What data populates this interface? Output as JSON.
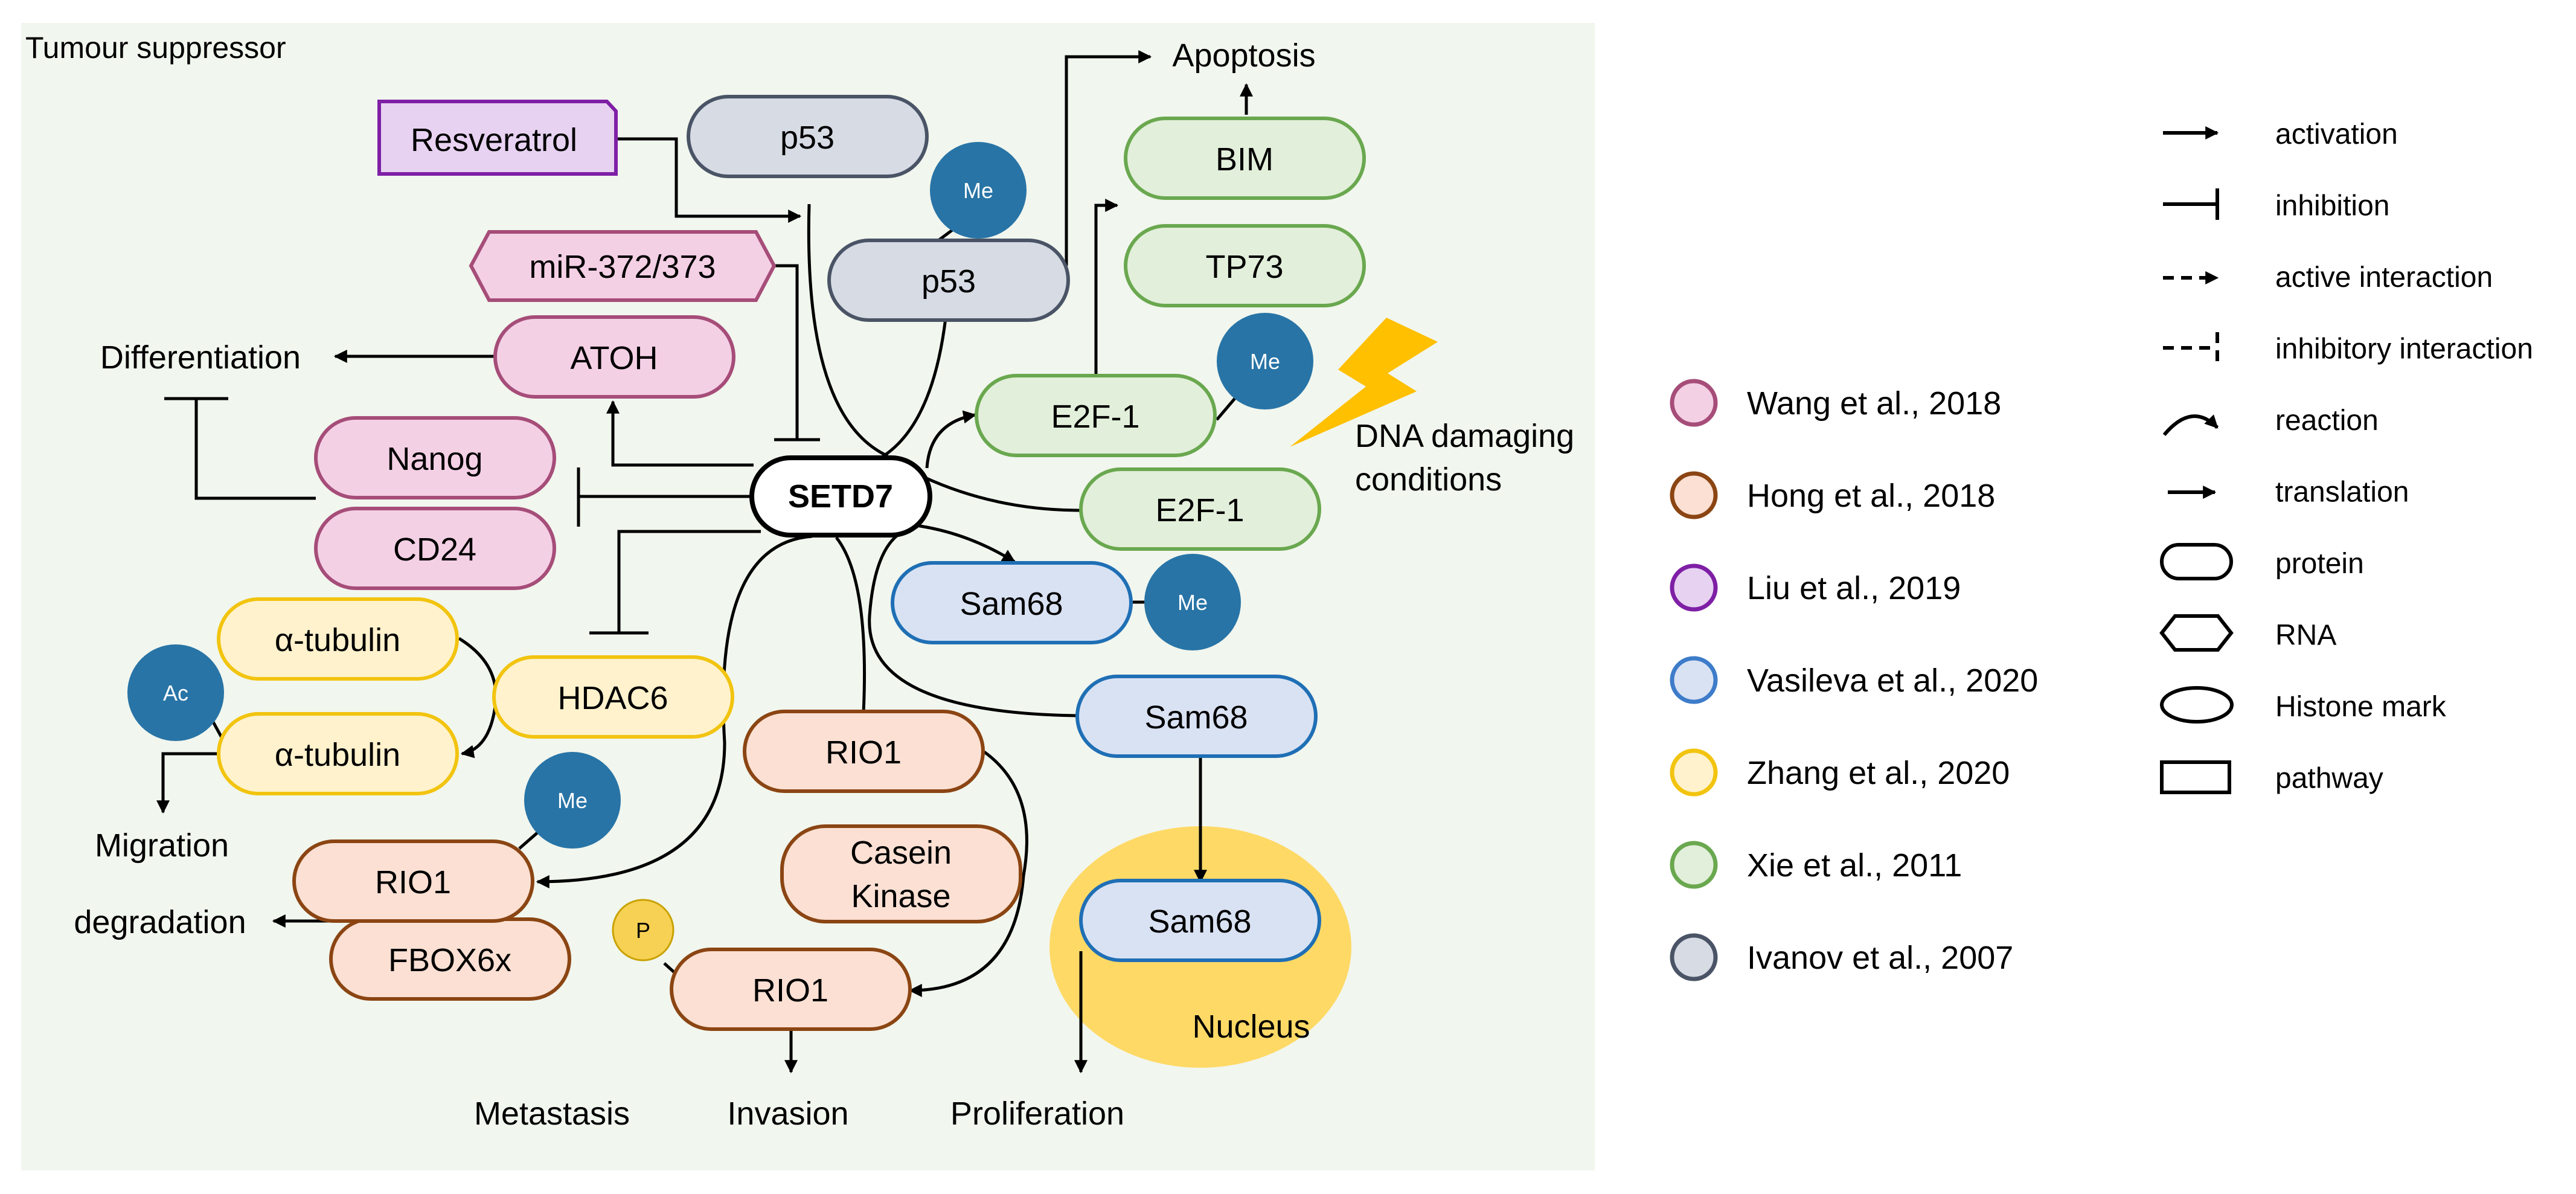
{
  "title": "Tumour suppressor",
  "hub": "SETD7",
  "nodes": {
    "resveratrol": "Resveratrol",
    "p53_top": "p53",
    "p53_me": "p53",
    "mirna": "miR-372/373",
    "atoh": "ATOH",
    "nanog": "Nanog",
    "cd24": "CD24",
    "bim": "BIM",
    "tp73": "TP73",
    "e2f1_me": "E2F-1",
    "e2f1": "E2F-1",
    "sam68_me": "Sam68",
    "sam68": "Sam68",
    "sam68_nucleus": "Sam68",
    "atubulin_top": "α-tubulin",
    "atubulin_ac": "α-tubulin",
    "hdac6": "HDAC6",
    "rio1_top": "RIO1",
    "rio1_me": "RIO1",
    "fbox": "FBOX6x",
    "casein_line1": "Casein",
    "casein_line2": "Kinase",
    "rio1_p": "RIO1"
  },
  "marks": {
    "me": "Me",
    "ac": "Ac",
    "p": "P"
  },
  "outcomes": {
    "apoptosis": "Apoptosis",
    "differentiation": "Differentiation",
    "dna_line1": "DNA damaging",
    "dna_line2": "conditions",
    "migration": "Migration",
    "degradation": "degradation",
    "metastasis": "Metastasis",
    "invasion": "Invasion",
    "proliferation": "Proliferation",
    "nucleus": "Nucleus"
  },
  "references": [
    {
      "label": "Wang et al., 2018",
      "color": "#a64d79"
    },
    {
      "label": "Hong et al., 2018",
      "color": "#8b4513"
    },
    {
      "label": "Liu et al., 2019",
      "color": "#7e1fa5"
    },
    {
      "label": "Vasileva et al., 2020",
      "color": "#3d7cc9"
    },
    {
      "label": "Zhang et al., 2020",
      "color": "#f2c40f"
    },
    {
      "label": "Xie et al., 2011",
      "color": "#6aa84f"
    },
    {
      "label": "Ivanov et al., 2007",
      "color": "#4a5466"
    }
  ],
  "key": [
    {
      "label": "activation",
      "symbol": "activation-arrow"
    },
    {
      "label": "inhibition",
      "symbol": "inhibition-bar"
    },
    {
      "label": "active interaction",
      "symbol": "dashed-arrow"
    },
    {
      "label": "inhibitory interaction",
      "symbol": "dashed-bar"
    },
    {
      "label": "reaction",
      "symbol": "curved-arrow"
    },
    {
      "label": "translation",
      "symbol": "small-arrow"
    },
    {
      "label": "protein",
      "symbol": "rounded-rectangle"
    },
    {
      "label": "RNA",
      "symbol": "hexagon"
    },
    {
      "label": "Histone mark",
      "symbol": "ellipse"
    },
    {
      "label": "pathway",
      "symbol": "rectangle"
    }
  ],
  "colors": {
    "panel": "#f1f6ee",
    "pink_fill": "#f4d0e5",
    "pink_stroke": "#a64d79",
    "grey_fill": "#d6dbe4",
    "grey_stroke": "#4a5466",
    "green_fill": "#e2efda",
    "green_stroke": "#6aa84f",
    "blue_fill": "#d9e2f3",
    "blue_stroke": "#1f6fb5",
    "yellow_fill": "#fff2cc",
    "yellow_stroke": "#f2c40f",
    "brown_fill": "#fbe0d3",
    "brown_stroke": "#8b4513",
    "purple_fill": "#e8d2f2",
    "purple_stroke": "#7e1fa5",
    "mark_blue": "#2874a6",
    "mark_yellow": "#f7d154",
    "nucleus": "#ffd966",
    "lightning": "#ffc000"
  }
}
